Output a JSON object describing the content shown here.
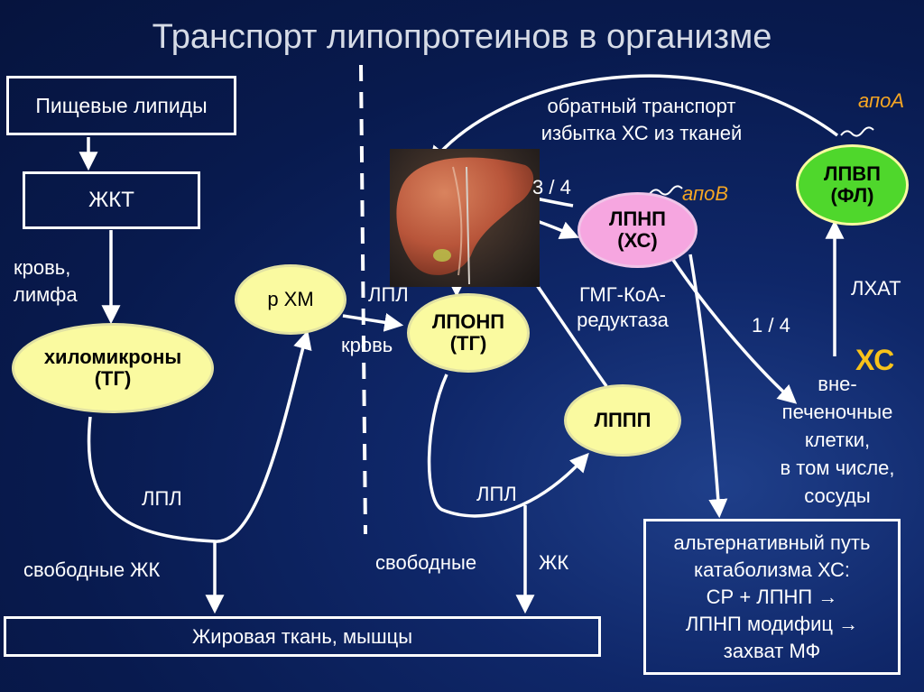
{
  "title": "Транспорт липопротеинов в организме",
  "boxes": {
    "food_lipids": "Пищевые липиды",
    "gi_tract": "ЖКТ",
    "adipose": "Жировая ткань, мышцы",
    "alternative": [
      "альтернативный путь",
      "катаболизма ХС:",
      "СР + ЛПНП →",
      "ЛПНП модифиц →",
      "захват МФ"
    ]
  },
  "ovals": {
    "chylomicrons": [
      "хиломикроны",
      "(ТГ)"
    ],
    "rchm": "р ХМ",
    "vldl": [
      "ЛПОНП",
      "(ТГ)"
    ],
    "idl": "ЛППП",
    "ldl": [
      "ЛПНП",
      "(ХС)"
    ],
    "hdl": [
      "ЛПВП",
      "(ФЛ)"
    ]
  },
  "labels": {
    "blood_lymph": [
      "кровь,",
      "лимфа"
    ],
    "lpl_left": "ЛПЛ",
    "free_fa_left": "свободные ЖК",
    "lpl_mid_top": "ЛПЛ",
    "blood": "кровь",
    "lpl_mid": "ЛПЛ",
    "free_mid": "свободные",
    "fa_mid": "ЖК",
    "reverse_transport": [
      "обратный транспорт",
      "избытка ХС из тканей"
    ],
    "three_quarters": "3 / 4",
    "one_quarter": "1 / 4",
    "hmg": [
      "ГМГ-КоА-",
      "редуктаза"
    ],
    "apob": "апоВ",
    "apoa": "апоА",
    "lcat": "ЛХАТ",
    "xc": "ХС",
    "extrahepatic": [
      "вне-",
      "печеночные",
      "клетки,",
      "в том числе,",
      "сосуды"
    ]
  },
  "colors": {
    "background": "#0b1f5c",
    "title": "#d6dbe6",
    "yellow_oval": "#fafaa0",
    "pink_oval": "#f6a6e0",
    "green_oval": "#4fd72c",
    "apo_text": "#f6a623",
    "xc_text": "#f7c21a"
  }
}
